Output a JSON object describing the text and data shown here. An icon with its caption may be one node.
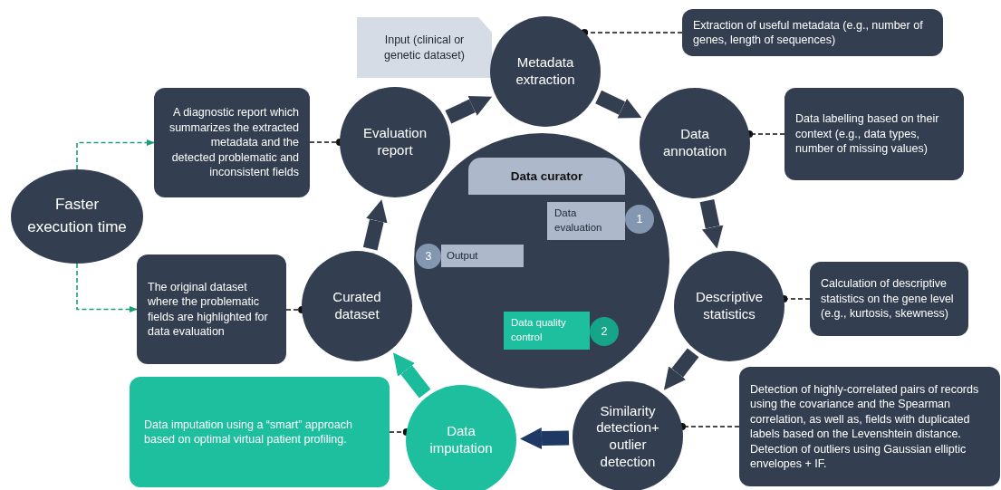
{
  "diagram": {
    "nodes": [
      {
        "text": [
          "Faster execution time"
        ]
      },
      {
        "text": [
          "A diagnostic report which summarizes the extracted metadata and the detected problematic and inconsistent fields"
        ]
      },
      {
        "text": [
          "Evaluation report"
        ]
      },
      {
        "text": [
          "Input (clinical or genetic dataset)"
        ]
      },
      {
        "text": [
          "Metadata extraction"
        ]
      },
      {
        "text": [
          "Extraction of useful metadata (e.g., number of genes, length of sequences)"
        ]
      },
      {
        "text": [
          "Data annotation"
        ]
      },
      {
        "text": [
          "Data labelling based on their context (e.g., data types, number of missing values)"
        ]
      },
      {
        "text": [],
        "shape": "circle"
      },
      {
        "text": [
          "Data curator"
        ],
        "in": 8
      },
      {
        "text": [
          "Data evaluation"
        ],
        "in": 8
      },
      {
        "text": [
          "1"
        ],
        "in": 8
      },
      {
        "text": [
          "3"
        ],
        "in": 8
      },
      {
        "text": [
          "Output"
        ],
        "in": 8
      },
      {
        "text": [
          "Data quality control"
        ],
        "in": 8
      },
      {
        "text": [
          "2"
        ],
        "in": 8
      },
      {
        "text": [
          "Descriptive statistics"
        ]
      },
      {
        "text": [
          "Calculation of descriptive statistics on the gene level (e.g., kurtosis, skewness)"
        ]
      },
      {
        "text": [
          "Curated dataset"
        ]
      },
      {
        "text": [
          "The original dataset where the problematic fields are highlighted for data evaluation"
        ]
      },
      {
        "text": [
          "Similarity detection+ outlier detection"
        ]
      },
      {
        "text": [
          "Detection of highly-correlated pairs of records using the covariance and the Spearman correlation, as well as, fields with duplicated labels based on the Levenshtein distance. Detection of outliers using Gaussian elliptic envelopes + IF."
        ]
      },
      {
        "text": [
          "Data imputation"
        ]
      },
      {
        "text": [
          "Data imputation using a “smart” approach based on optimal virtual patient profiling."
        ]
      }
    ],
    "edges": [
      {
        "from": 0,
        "to": 1,
        "arrow": "to",
        "style": "dashed",
        "color": "#1a9c7c"
      },
      {
        "from": 0,
        "to": 19,
        "arrow": "to",
        "style": "dashed",
        "color": "#1a9c7c"
      },
      {
        "from": 1,
        "to": 2,
        "arrow": "other",
        "style": "dashed"
      },
      {
        "from": 5,
        "to": 4,
        "arrow": "other",
        "style": "dashed"
      },
      {
        "from": 7,
        "to": 6,
        "arrow": "other",
        "style": "dashed"
      },
      {
        "from": 17,
        "to": 16,
        "arrow": "other",
        "style": "dashed"
      },
      {
        "from": 21,
        "to": 20,
        "arrow": "other",
        "style": "dashed"
      },
      {
        "from": 23,
        "to": 22,
        "arrow": "other",
        "style": "dashed"
      },
      {
        "from": 19,
        "to": 18,
        "arrow": "other",
        "style": "dashed"
      },
      {
        "from": 4,
        "to": 6,
        "arrow": "to",
        "style": "thick"
      },
      {
        "from": 6,
        "to": 16,
        "arrow": "to",
        "style": "thick"
      },
      {
        "from": 16,
        "to": 20,
        "arrow": "to",
        "style": "thick"
      },
      {
        "from": 20,
        "to": 22,
        "arrow": "to",
        "style": "thick",
        "color": "#1f3864"
      },
      {
        "from": 22,
        "to": 18,
        "arrow": "to",
        "style": "thick",
        "color": "#1abc9c"
      },
      {
        "from": 18,
        "to": 2,
        "arrow": "to",
        "style": "thick"
      },
      {
        "from": 2,
        "to": 4,
        "arrow": "to",
        "style": "thick"
      }
    ]
  }
}
